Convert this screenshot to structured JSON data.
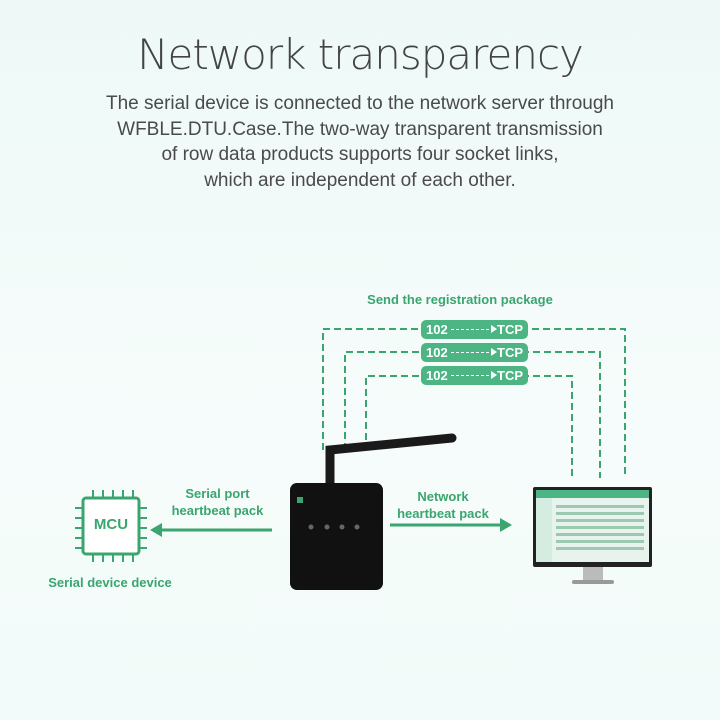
{
  "title": "Network transparency",
  "description": [
    "The serial device is connected to the network server through",
    "WFBLE.DTU.Case.The two-way transparent transmission",
    "of row data products supports four socket links,",
    "which are independent of each other."
  ],
  "registration_label": "Send the registration package",
  "packets": [
    {
      "from": "102",
      "to": "TCP"
    },
    {
      "from": "102",
      "to": "TCP"
    },
    {
      "from": "102",
      "to": "TCP"
    }
  ],
  "serial_label": [
    "Serial port",
    "heartbeat pack"
  ],
  "network_label": [
    "Network",
    "heartbeat pack"
  ],
  "mcu_label": "MCU",
  "device_caption": "Serial device device",
  "colors": {
    "accent": "#3aa56f",
    "badge": "#4db584"
  }
}
